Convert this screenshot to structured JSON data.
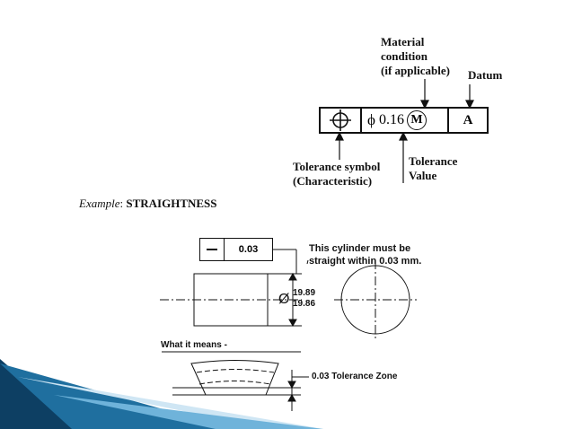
{
  "top_callout": {
    "material_condition": [
      "Material",
      "condition",
      "(if applicable)"
    ],
    "datum_label": "Datum",
    "tolerance_symbol": [
      "Tolerance symbol",
      "(Characteristic)"
    ],
    "tolerance_value": [
      "Tolerance",
      "Value"
    ],
    "fcf": {
      "symbol_icon": "position-icon",
      "diameter": "ϕ",
      "value": "0.16",
      "modifier": "M",
      "datum": "A"
    }
  },
  "example": {
    "prefix": "Example",
    "separator": ": ",
    "title": "STRAIGHTNESS"
  },
  "straightness": {
    "fcf_symbol_icon": "straightness-icon",
    "fcf_value": "0.03",
    "note": [
      "This cylinder must be",
      "straight within 0.03 mm."
    ],
    "dim_symbol": "Ø",
    "dim_upper": "19.89",
    "dim_lower": "19.86",
    "meaning_label": "What it means -",
    "zone_label": "0.03 Tolerance Zone"
  },
  "colors": {
    "accent_dark": "#0d3f63",
    "accent_mid": "#2a84b8",
    "accent_light": "#cfe6f4",
    "ink": "#111111"
  }
}
